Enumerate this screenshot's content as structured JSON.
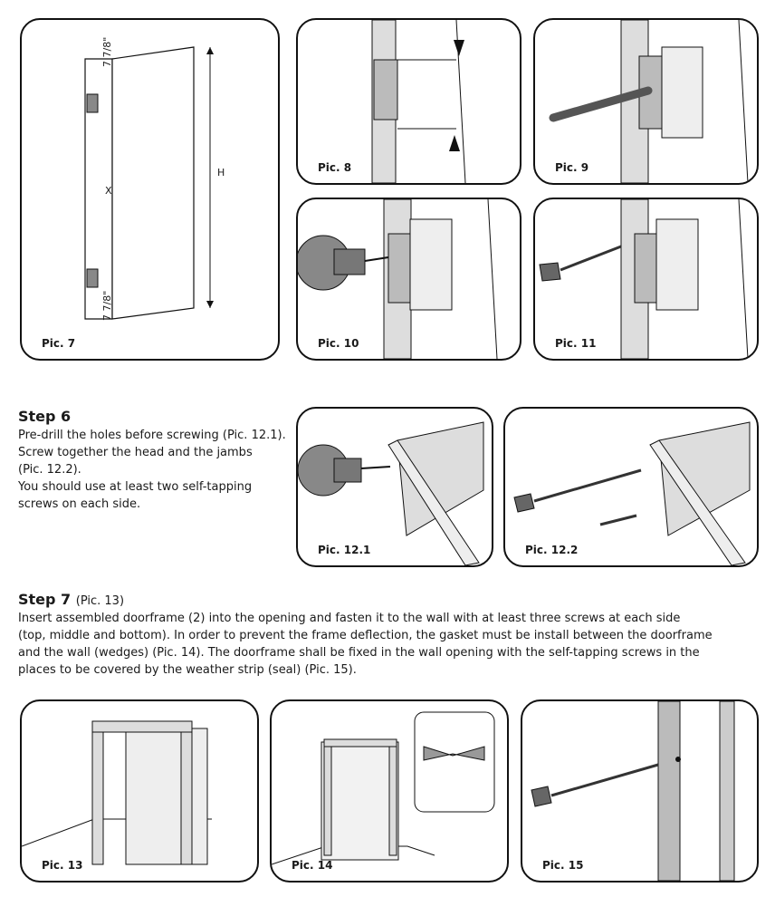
{
  "pics": {
    "p7": "Pic. 7",
    "p8": "Pic. 8",
    "p9": "Pic. 9",
    "p10": "Pic. 10",
    "p11": "Pic. 11",
    "p12_1": "Pic. 12.1",
    "p12_2": "Pic. 12.2",
    "p13": "Pic. 13",
    "p14": "Pic. 14",
    "p15": "Pic. 15"
  },
  "door_dims": {
    "top": "7 7/8\"",
    "bottom": "7 7/8\"",
    "x": "X",
    "h": "H"
  },
  "step6": {
    "title": "Step 6",
    "lines": [
      "Pre-drill the holes before screwing (Pic. 12.1).",
      "Screw together the head and the jambs",
      "(Pic. 12.2).",
      "You should use at least two self-tapping",
      "screws on each side."
    ]
  },
  "step7": {
    "title": "Step 7",
    "ref": "(Pic. 13)",
    "lines": [
      "Insert assembled doorframe (2) into the opening and fasten it to the wall with at least three screws at each side",
      "(top, middle and bottom). In order to prevent the frame deflection, the gasket must be install between the doorframe",
      "and the wall (wedges) (Pic. 14). The doorframe shall be fixed in the wall opening with the self-tapping screws in the",
      "places to be covered by the weather strip (seal) (Pic. 15)."
    ]
  }
}
